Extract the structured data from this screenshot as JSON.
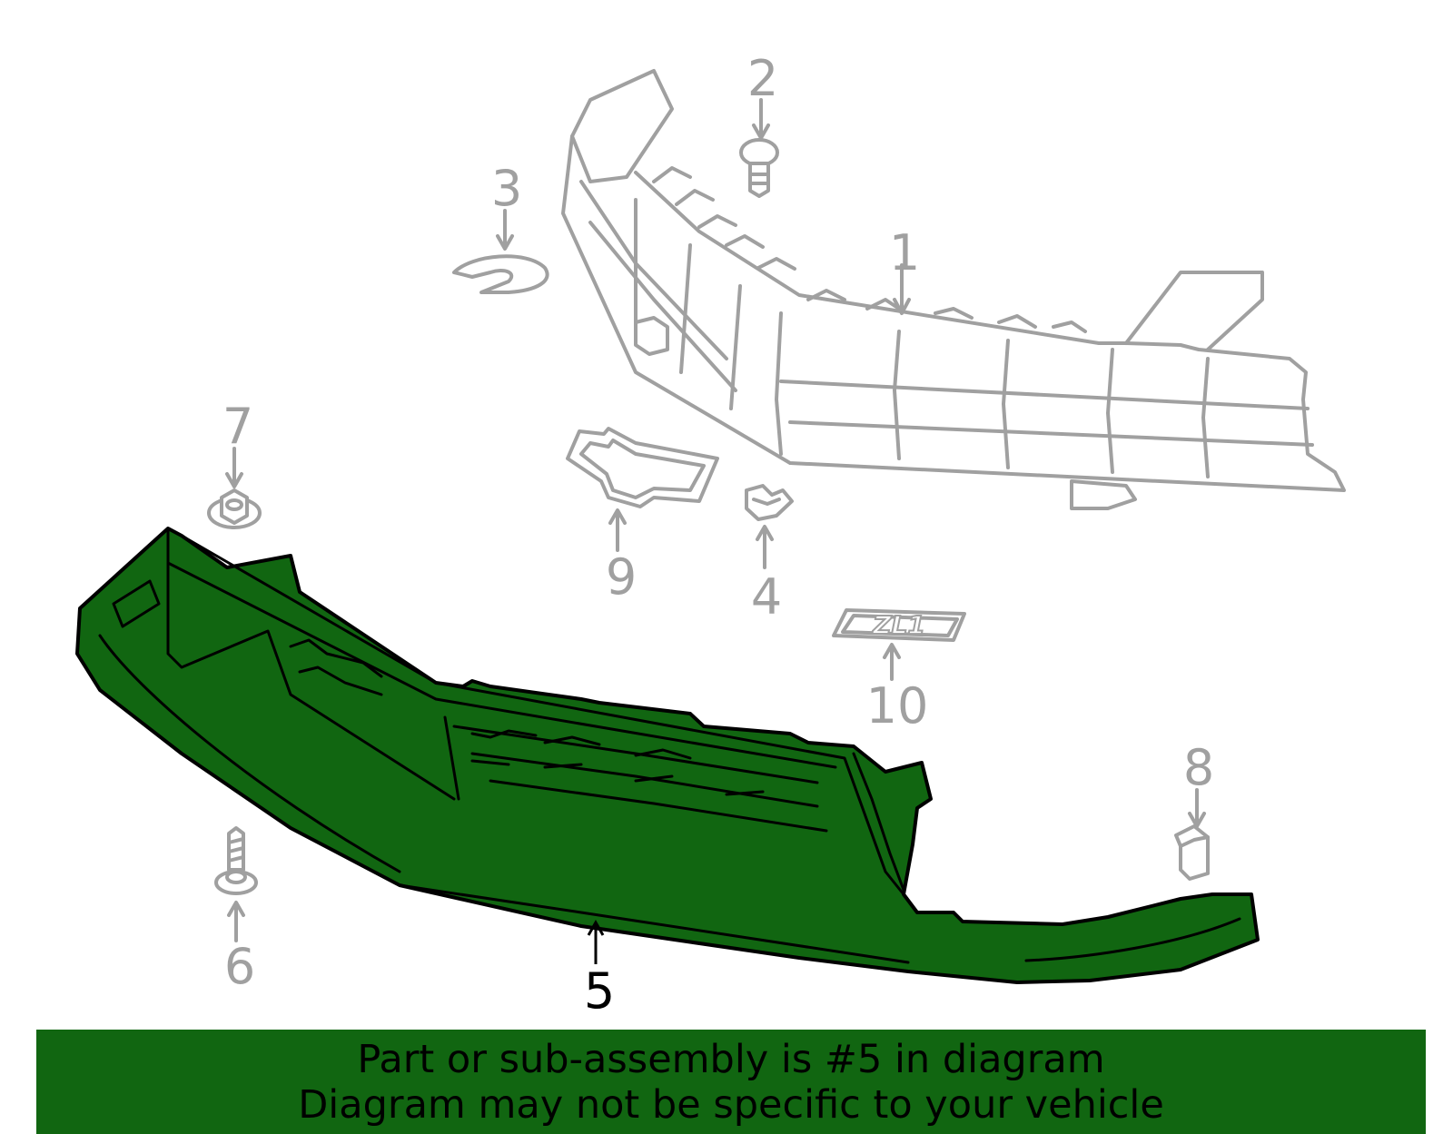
{
  "colors": {
    "highlight": "#116611",
    "parts_stroke": "#a0a0a0",
    "banner": "#116611"
  },
  "callouts": [
    {
      "id": "1",
      "label": "1"
    },
    {
      "id": "2",
      "label": "2"
    },
    {
      "id": "3",
      "label": "3"
    },
    {
      "id": "4",
      "label": "4"
    },
    {
      "id": "5",
      "label": "5"
    },
    {
      "id": "6",
      "label": "6"
    },
    {
      "id": "7",
      "label": "7"
    },
    {
      "id": "8",
      "label": "8"
    },
    {
      "id": "9",
      "label": "9"
    },
    {
      "id": "10",
      "label": "10"
    }
  ],
  "emblem": {
    "text": "ZL1"
  },
  "banner": {
    "line1": "Part or sub-assembly is #5 in diagram",
    "line2": "Diagram may not be specific to your vehicle"
  }
}
